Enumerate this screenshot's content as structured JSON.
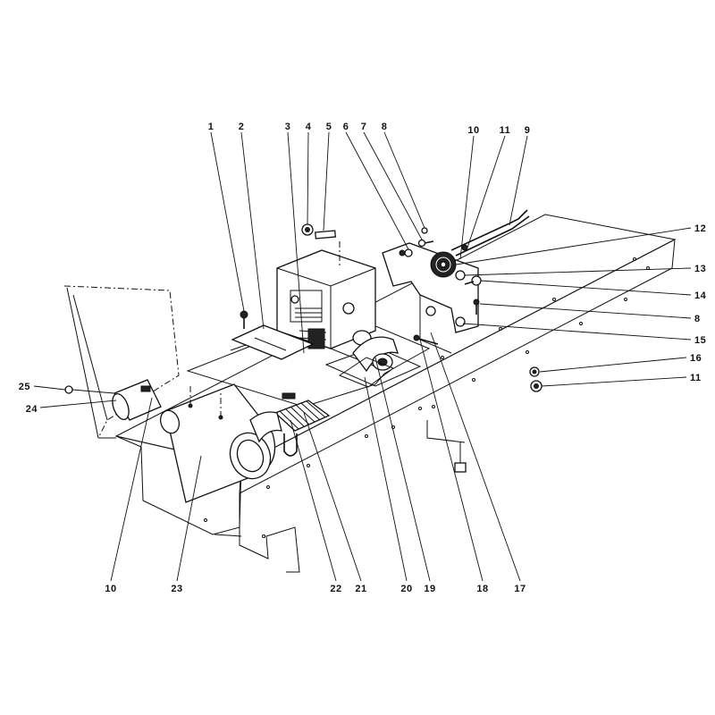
{
  "callouts": [
    {
      "id": "c1",
      "label": "1"
    },
    {
      "id": "c2",
      "label": "2"
    },
    {
      "id": "c3",
      "label": "3"
    },
    {
      "id": "c4",
      "label": "4"
    },
    {
      "id": "c5",
      "label": "5"
    },
    {
      "id": "c6",
      "label": "6"
    },
    {
      "id": "c7",
      "label": "7"
    },
    {
      "id": "c8a",
      "label": "8"
    },
    {
      "id": "c10a",
      "label": "10"
    },
    {
      "id": "c11a",
      "label": "11"
    },
    {
      "id": "c9",
      "label": "9"
    },
    {
      "id": "c12",
      "label": "12"
    },
    {
      "id": "c13",
      "label": "13"
    },
    {
      "id": "c14",
      "label": "14"
    },
    {
      "id": "c8b",
      "label": "8"
    },
    {
      "id": "c15",
      "label": "15"
    },
    {
      "id": "c16",
      "label": "16"
    },
    {
      "id": "c11b",
      "label": "11"
    },
    {
      "id": "c25",
      "label": "25"
    },
    {
      "id": "c24",
      "label": "24"
    },
    {
      "id": "c10b",
      "label": "10"
    },
    {
      "id": "c23",
      "label": "23"
    },
    {
      "id": "c22",
      "label": "22"
    },
    {
      "id": "c21",
      "label": "21"
    },
    {
      "id": "c20",
      "label": "20"
    },
    {
      "id": "c19",
      "label": "19"
    },
    {
      "id": "c18",
      "label": "18"
    },
    {
      "id": "c17",
      "label": "17"
    }
  ]
}
